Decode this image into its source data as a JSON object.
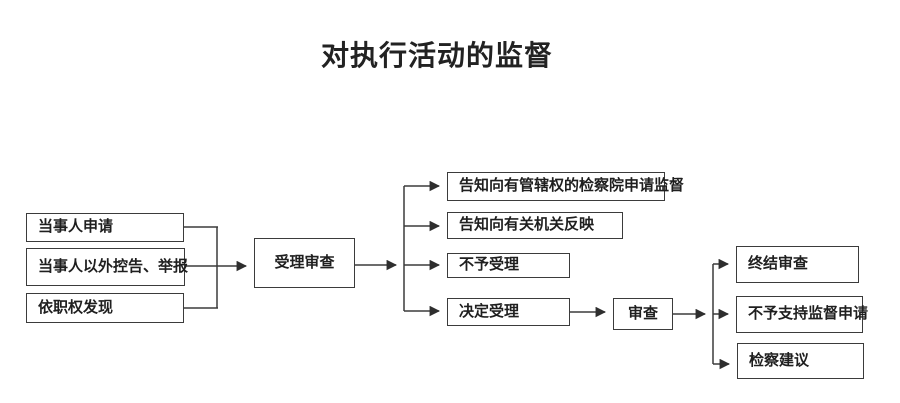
{
  "title": "对执行活动的监督",
  "colors": {
    "line": "#3b3b3b",
    "arrowhead": "#2e2e2e",
    "text": "#1f1f1f",
    "background": "#ffffff"
  },
  "nodes": [
    {
      "id": "party-application",
      "label": "当事人申请"
    },
    {
      "id": "non-party-accusation-report",
      "label": "当事人以外控告、举报"
    },
    {
      "id": "ex-officio-discovery",
      "label": "依职权发现"
    },
    {
      "id": "acceptance-review",
      "label": "受理审查"
    },
    {
      "id": "inform-apply-to-competent-procuratorate",
      "label": "告知向有管辖权的检察院申请监督"
    },
    {
      "id": "inform-reflect-to-relevant-organ",
      "label": "告知向有关机关反映"
    },
    {
      "id": "not-accept",
      "label": "不予受理"
    },
    {
      "id": "decide-to-accept",
      "label": "决定受理"
    },
    {
      "id": "review",
      "label": "审查"
    },
    {
      "id": "terminate-review",
      "label": "终结审查"
    },
    {
      "id": "not-support-supervision-application",
      "label": "不予支持监督申请"
    },
    {
      "id": "procuratorial-suggestion",
      "label": "检察建议"
    }
  ],
  "edges": [
    {
      "from": "当事人申请",
      "to": "受理审查"
    },
    {
      "from": "当事人以外控告、举报",
      "to": "受理审查"
    },
    {
      "from": "依职权发现",
      "to": "受理审查"
    },
    {
      "from": "受理审查",
      "to": "告知向有管辖权的检察院申请监督"
    },
    {
      "from": "受理审查",
      "to": "告知向有关机关反映"
    },
    {
      "from": "受理审查",
      "to": "不予受理"
    },
    {
      "from": "受理审查",
      "to": "决定受理"
    },
    {
      "from": "决定受理",
      "to": "审查"
    },
    {
      "from": "审查",
      "to": "终结审查"
    },
    {
      "from": "审查",
      "to": "不予支持监督申请"
    },
    {
      "from": "审查",
      "to": "检察建议"
    }
  ]
}
